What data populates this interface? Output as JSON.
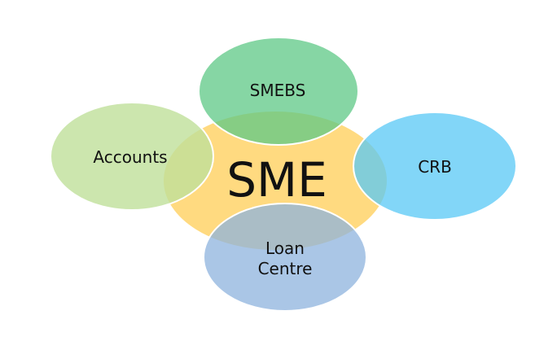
{
  "center": {
    "label": "SME",
    "color": "#FFDA80"
  },
  "satellites": [
    {
      "key": "smebs",
      "label": "SMEBS",
      "color": "#79D39A"
    },
    {
      "key": "crb",
      "label": "CRB",
      "color": "#6CCFF5"
    },
    {
      "key": "loan",
      "label_lines": [
        "Loan",
        "Centre"
      ],
      "color": "#A4C3E5"
    },
    {
      "key": "accounts",
      "label": "Accounts",
      "color": "#C3E2A0"
    }
  ]
}
